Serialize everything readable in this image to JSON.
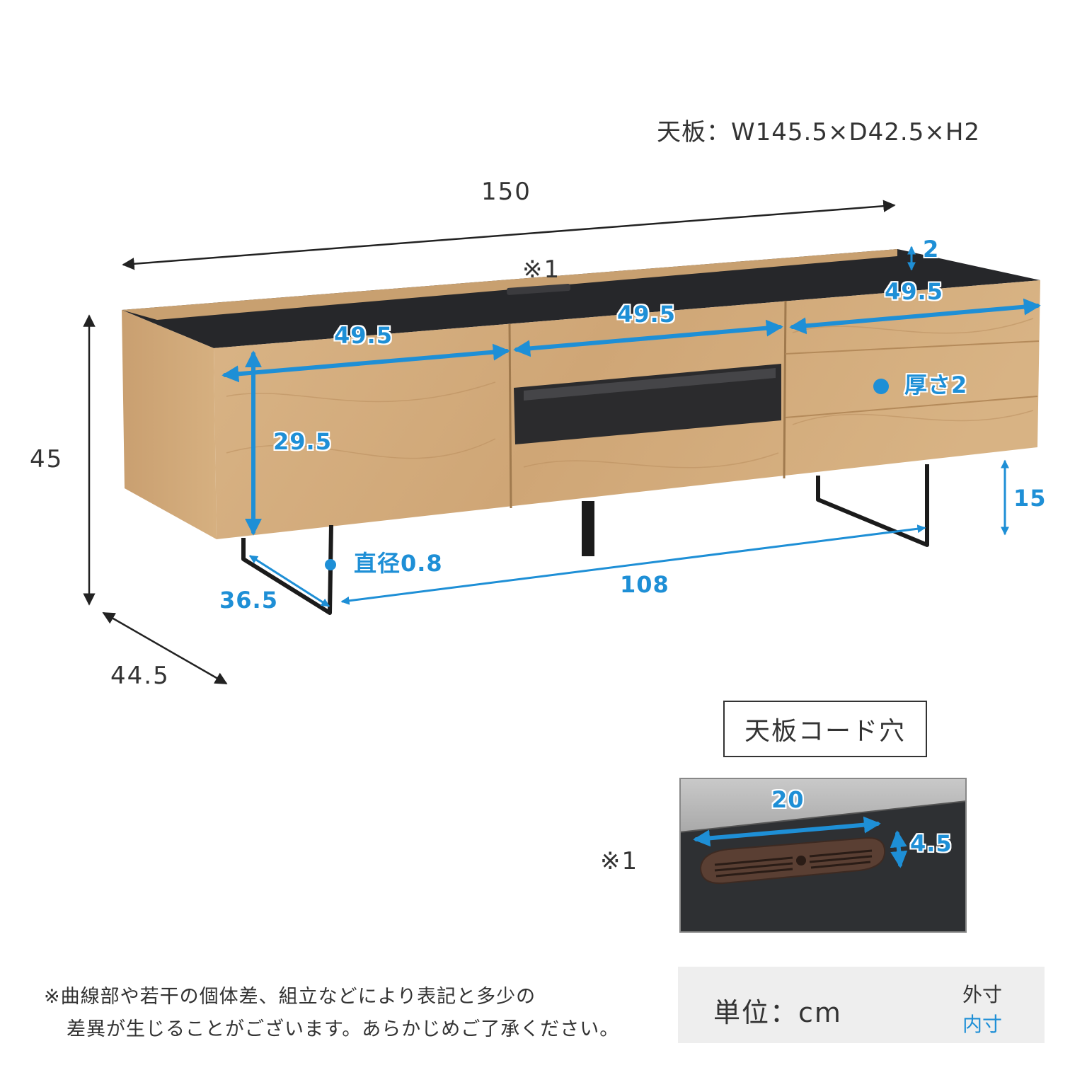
{
  "top_board_spec": "天板：W145.5×D42.5×H2",
  "outer_dimensions": {
    "width": "150",
    "height": "45",
    "depth": "44.5"
  },
  "inner_dimensions": {
    "left_drawer_width": "49.5",
    "center_drawer_width": "49.5",
    "right_drawer_width": "49.5",
    "top_thickness": "2",
    "inner_height": "29.5",
    "leg_clearance": "15",
    "leg_depth": "36.5",
    "leg_span": "108",
    "leg_diameter": "直径0.8",
    "panel_thickness": "厚さ2"
  },
  "cord_hole_marker": "※1",
  "cord_hole": {
    "title": "天板コード穴",
    "marker": "※1",
    "width": "20",
    "height": "4.5"
  },
  "disclaimer": {
    "line1": "※曲線部や若干の個体差、組立などにより表記と多少の",
    "line2": "差異が生じることがございます。あらかじめご了承ください。"
  },
  "unit": {
    "label": "単位：cm",
    "outer_legend": "外寸",
    "inner_legend": "内寸"
  },
  "colors": {
    "outer_arrow": "#222222",
    "inner_arrow": "#1e8fd6",
    "wood": "#d4ad7e",
    "top_black": "#26272a"
  }
}
